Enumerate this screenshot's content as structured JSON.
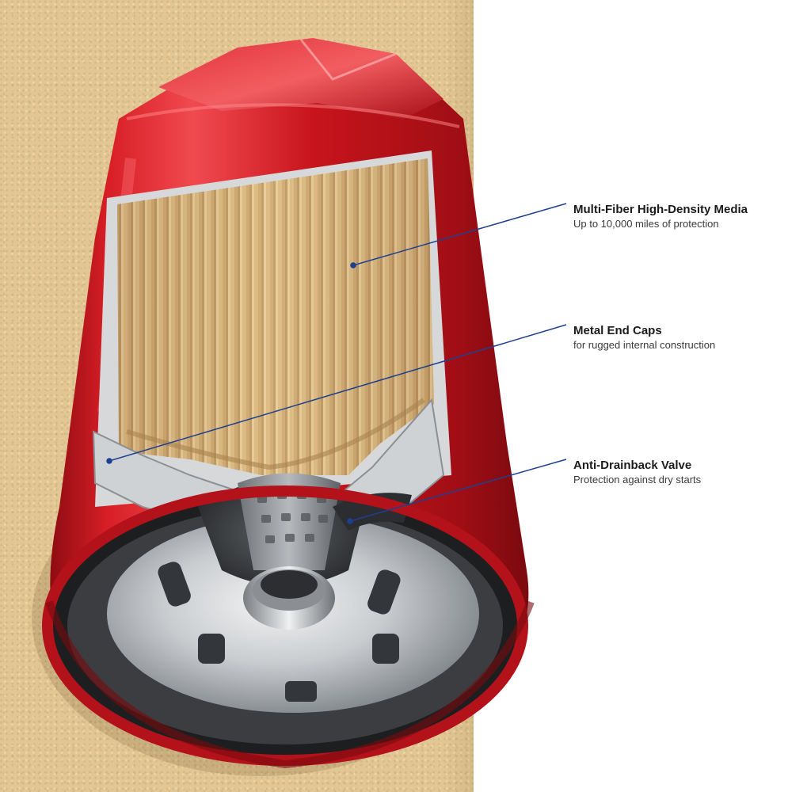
{
  "callouts": [
    {
      "title": "Multi-Fiber High-Density Media",
      "subtitle": "Up to 10,000 miles of protection"
    },
    {
      "title": "Metal End Caps",
      "subtitle": "for rugged internal construction"
    },
    {
      "title": "Anti-Drainback Valve",
      "subtitle": "Protection against dry starts"
    }
  ],
  "colors": {
    "canister_red": "#c8141c",
    "pleat_tan": "#d7b47b",
    "metal_silver": "#c9cccf",
    "leader_line": "#1f3f8f",
    "wall": "#e2c795"
  }
}
